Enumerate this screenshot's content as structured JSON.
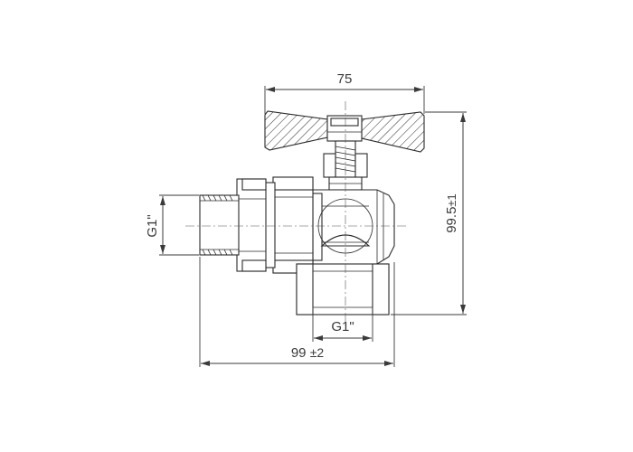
{
  "dimensions": {
    "handle_width": "75",
    "height": "99.5",
    "height_tolerance": "±1",
    "overall_length": "99",
    "overall_length_tolerance": "±2",
    "inlet_thread": "G1\"",
    "outlet_thread": "G1\""
  },
  "colors": {
    "line": "#2a2a2a",
    "dimension": "#3a3a3a",
    "background": "#ffffff"
  },
  "icons": {
    "arrow": "dimension-arrow-icon"
  }
}
